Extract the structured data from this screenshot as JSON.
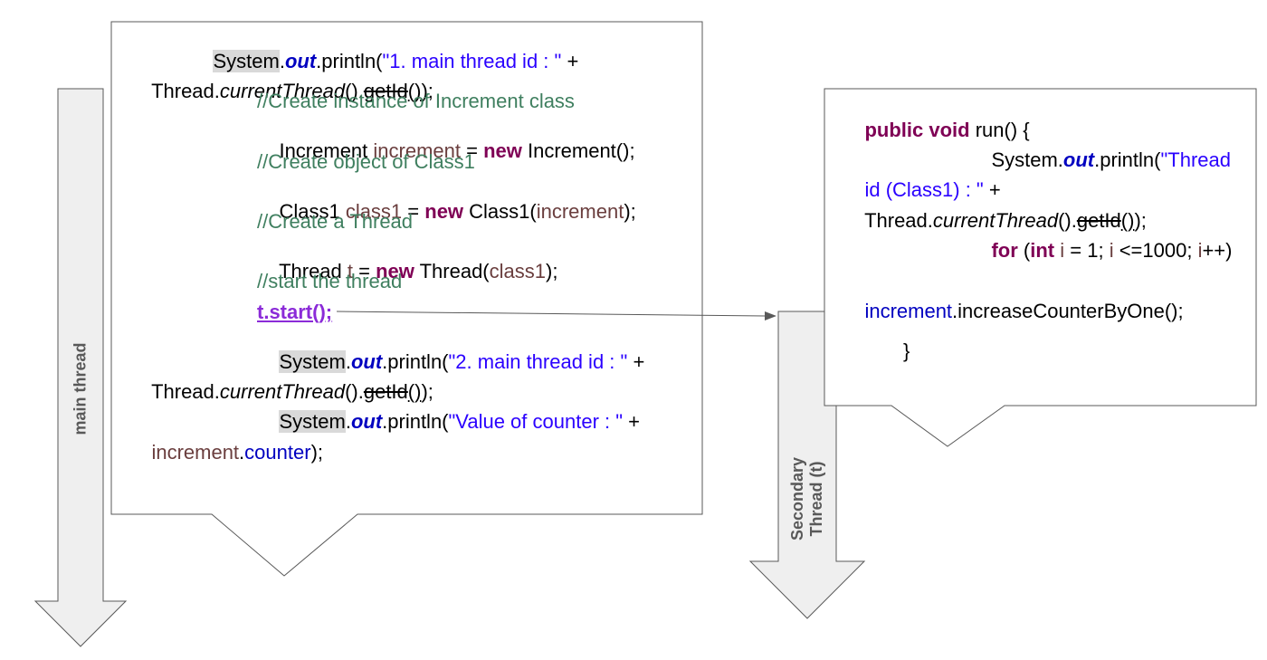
{
  "main_thread_label": "main thread",
  "secondary_thread_label_1": "Secondary",
  "secondary_thread_label_2": "Thread (t)",
  "main_code": {
    "l1": {
      "a": "System",
      "b": ".",
      "c": "out",
      "d": ".println(",
      "e": "\"1. main thread id : \"",
      "f": " +"
    },
    "l2": {
      "a": "Thread.",
      "b": "currentThread",
      "c": "().",
      "d": "getId",
      "e": "()",
      "f": ");"
    },
    "l3": "//Create instance of Increment class",
    "l4": {
      "a": "Increment ",
      "b": "increment",
      "c": " = ",
      "d": "new",
      "e": " Increment();"
    },
    "l5": "//Create object of Class1",
    "l6": {
      "a": "Class1 ",
      "b": "class1",
      "c": " = ",
      "d": "new",
      "e": " Class1(",
      "f": "increment",
      "g": ");"
    },
    "l7": "//Create a Thread",
    "l8": {
      "a": "Thread ",
      "b": "t",
      "c": " = ",
      "d": "new",
      "e": " Thread(",
      "f": "class1",
      "g": ");"
    },
    "l9": "//start the thread",
    "l10": "t.start();",
    "l11": {
      "a": "System",
      "b": ".",
      "c": "out",
      "d": ".println(",
      "e": "\"2. main thread id : \"",
      "f": " +"
    },
    "l12": {
      "a": "Thread.",
      "b": "currentThread",
      "c": "().",
      "d": "getId",
      "e": "()",
      "f": ");"
    },
    "l13": {
      "a": "System",
      "b": ".",
      "c": "out",
      "d": ".println(",
      "e": "\"Value of counter : \"",
      "f": " +"
    },
    "l14": {
      "a": "increment",
      "b": ".",
      "c": "counter",
      "d": ");"
    }
  },
  "run_code": {
    "l1": {
      "a": "public",
      "b": " ",
      "c": "void",
      "d": " run() {"
    },
    "l2": {
      "a": "System.",
      "b": "out",
      "c": ".println(",
      "d": "\"Thread"
    },
    "l3": {
      "a": "id (Class1) : \"",
      "b": " +"
    },
    "l4": {
      "a": "Thread.",
      "b": "currentThread",
      "c": "().",
      "d": "getId",
      "e": "()",
      "f": ");"
    },
    "l5": {
      "a": "for",
      "b": " (",
      "c": "int",
      "d": " ",
      "e": "i",
      "f": " = 1; ",
      "g": "i",
      "h": " <=1000; ",
      "i": "i",
      "j": "++)"
    },
    "l6": {
      "a": "increment",
      "b": ".increaseCounterByOne();"
    },
    "l7": "}"
  }
}
